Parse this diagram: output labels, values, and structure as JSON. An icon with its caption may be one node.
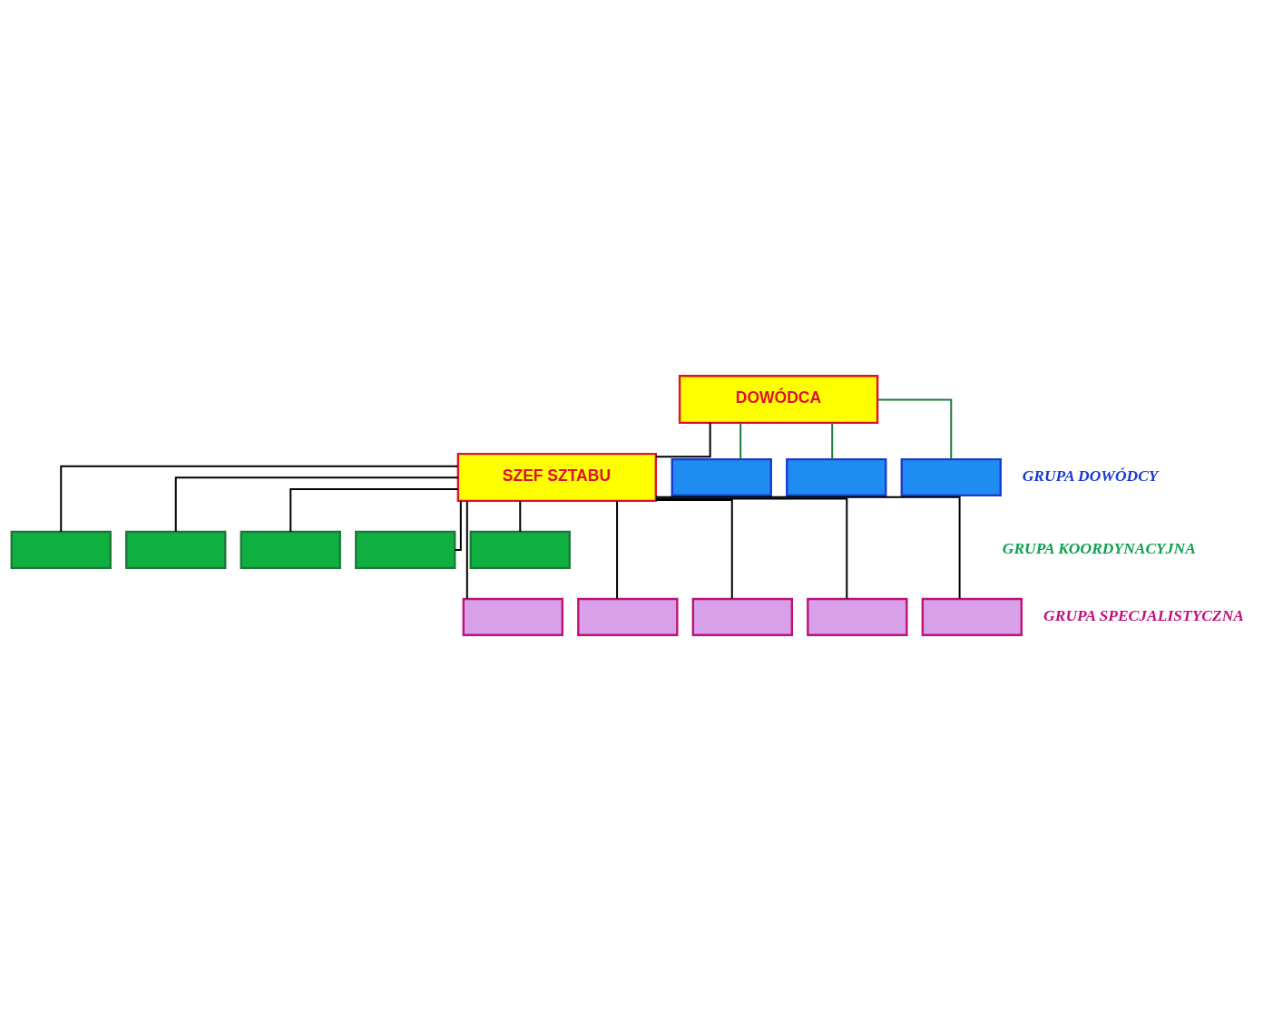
{
  "diagram": {
    "nodes": [
      {
        "text": [
          "DOWÓDCA"
        ]
      },
      {
        "text": [
          "SZEF SZTABU"
        ]
      },
      {
        "text": [],
        "shape": "box"
      },
      {
        "text": [],
        "shape": "box"
      },
      {
        "text": [],
        "shape": "box"
      },
      {
        "text": [],
        "shape": "box"
      },
      {
        "text": [],
        "shape": "box"
      },
      {
        "text": [],
        "shape": "box"
      },
      {
        "text": [],
        "shape": "box"
      },
      {
        "text": [],
        "shape": "box"
      },
      {
        "text": [],
        "shape": "box"
      },
      {
        "text": [],
        "shape": "box"
      },
      {
        "text": [],
        "shape": "box"
      },
      {
        "text": [],
        "shape": "box"
      },
      {
        "text": [],
        "shape": "box"
      }
    ],
    "edges": [
      {
        "from": 0,
        "to": 1,
        "arrow": "none"
      },
      {
        "from": 0,
        "to": 2,
        "arrow": "none",
        "color": "#1a7a3a"
      },
      {
        "from": 0,
        "to": 3,
        "arrow": "none",
        "color": "#1a7a3a"
      },
      {
        "from": 0,
        "to": 4,
        "arrow": "none",
        "color": "#1a7a3a"
      },
      {
        "from": 1,
        "to": 5,
        "arrow": "none"
      },
      {
        "from": 1,
        "to": 6,
        "arrow": "none"
      },
      {
        "from": 1,
        "to": 7,
        "arrow": "none"
      },
      {
        "from": 1,
        "to": 8,
        "arrow": "none"
      },
      {
        "from": 1,
        "to": 9,
        "arrow": "none"
      },
      {
        "from": 1,
        "to": 10,
        "arrow": "none"
      },
      {
        "from": 1,
        "to": 11,
        "arrow": "none"
      },
      {
        "from": 1,
        "to": 12,
        "arrow": "none"
      },
      {
        "from": 1,
        "to": 13,
        "arrow": "none"
      },
      {
        "from": 1,
        "to": 14,
        "arrow": "none"
      }
    ],
    "labels": [
      "GRUPA DOWÓDCY",
      "GRUPA KOORDYNACYJNA",
      "GRUPA SPECJALISTYCZNA"
    ]
  }
}
